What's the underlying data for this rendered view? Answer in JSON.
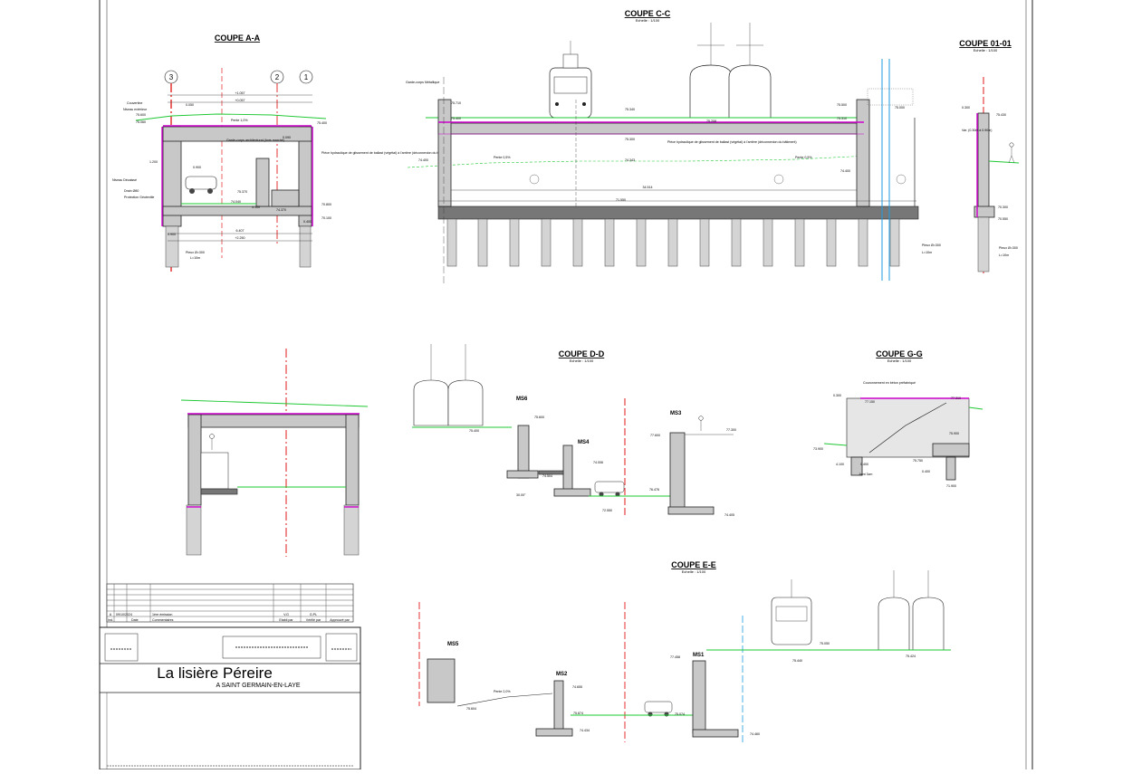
{
  "sections": {
    "aa": {
      "title": "COUPE A-A",
      "axes": [
        "3",
        "2",
        "1"
      ],
      "notes": [
        "Couvertine",
        "Niveau extérieur",
        "Pente 1,0%",
        "Garde-corps architectural (hors marché)",
        "Pièce hydraulique de glissement de ballast (végétal) à l'arrière (déconnexion du bâtiment)",
        "Niveau Décaissé",
        "Drain Ø80",
        "Protection Géotextile",
        "Pieux Ø=300",
        "L=10m"
      ],
      "levels": [
        "+1.057",
        "+0.057",
        "0.050",
        "75.600",
        "75.060",
        "75.400",
        "75.370",
        "0.900",
        "0.090",
        "74.040",
        "74.370",
        "3.100",
        "0.900",
        "0.400",
        "70.800",
        "70.100",
        "6.407",
        "+2.250",
        "1.200"
      ]
    },
    "cc": {
      "title": "COUPE C-C",
      "scale": "Echelle : 1/100",
      "notes": [
        "Garde-corps Métallique",
        "Pente 0,5%",
        "Pièce hydraulique de glissement de ballast (végétal) à l'arrière (déconnexion du bâtiment)",
        "Pente 0,5%",
        "Pieux Ø=300",
        "L=10m"
      ],
      "levels": [
        "75.710",
        "75.400",
        "75.340",
        "75.208",
        "75.500",
        "75.000",
        "75.310",
        "75.300",
        "74.400",
        "74.343",
        "74.400",
        "34.514",
        "71.550"
      ]
    },
    "c0101": {
      "title": "COUPE 01-01",
      "scale": "Echelle : 1/100",
      "notes": [
        "Var. (0.30m à 0.90m)",
        "Pieux Ø=300",
        "L=10m"
      ],
      "levels": [
        "0.300",
        "75.430",
        "70.300",
        "70.550"
      ]
    },
    "dd": {
      "title": "COUPE D-D",
      "scale": "Echelle : 1/100",
      "walls": [
        "MS6",
        "MS4",
        "MS3"
      ],
      "levels": [
        "75.600",
        "75.400",
        "74.504",
        "74.006",
        "30.00°",
        "72.550",
        "76.476",
        "77.600",
        "77.300",
        "74.405"
      ]
    },
    "gg": {
      "title": "COUPE G-G",
      "scale": "Echelle : 1/100",
      "notes": [
        "Couronnement en béton préfabriqué",
        "Joint 3cm"
      ],
      "levels": [
        "0.300",
        "77.310",
        "77.150",
        "75.900",
        "75.750",
        "73.900",
        "4.100",
        "0.400",
        "0.400",
        "71.900"
      ]
    },
    "ee": {
      "title": "COUPE E-E",
      "scale": "Echelle : 1/100",
      "walls": [
        "MS5",
        "MS2",
        "MS1"
      ],
      "levels": [
        "75.604",
        "Pente 2,0%",
        "74.655",
        "75.874",
        "74.434",
        "75.074",
        "77.458",
        "75.440",
        "75.050",
        "75.424",
        "74.460"
      ]
    }
  },
  "cartouche": {
    "rows": [
      {
        "rev": "A",
        "date": "09/10/2024",
        "label": "1ère émission",
        "c1": "V.G",
        "c2": "G.PL",
        "c3": ""
      },
      {
        "rev": "Ind.",
        "date": "Date",
        "label": "Commentaires",
        "c1": "Etabli par",
        "c2": "Vérifié par",
        "c3": "Approuvé par"
      }
    ],
    "project": "La lisière Péreire",
    "location": "A SAINT GERMAIN-EN-LAYE"
  },
  "colors": {
    "axis": "#e00000",
    "terrain": "#1ec832",
    "waterproof": "#cc00cc",
    "piles": "#1a9be0"
  }
}
